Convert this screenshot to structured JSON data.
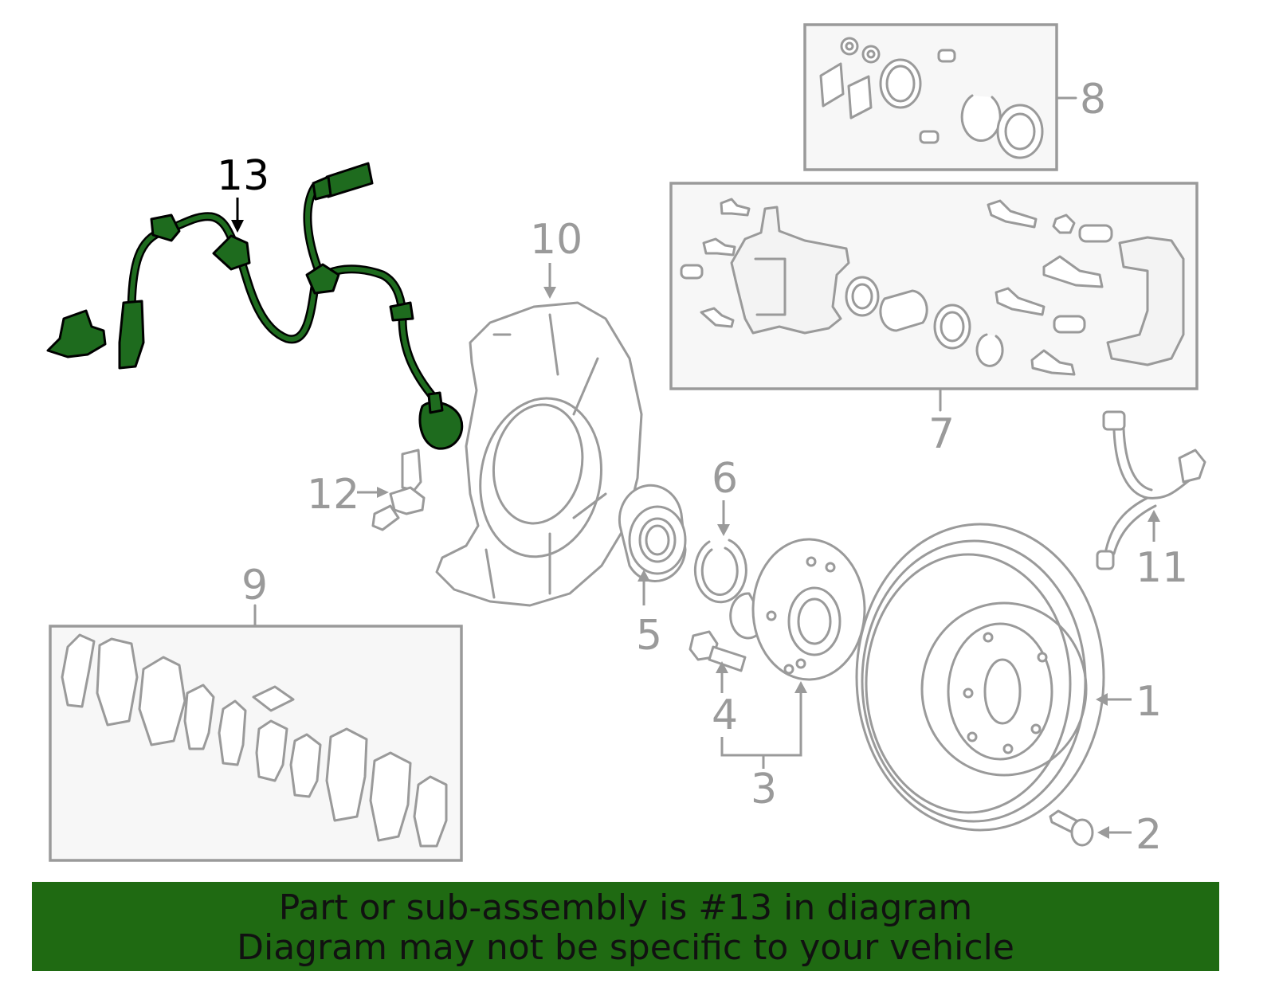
{
  "diagram": {
    "highlighted_part": "13",
    "colors": {
      "highlight": "#1e6b1e",
      "banner": "#1f6a12",
      "part_outline": "#9a9a9a"
    },
    "callouts": {
      "c1": "1",
      "c2": "2",
      "c3": "3",
      "c4": "4",
      "c5": "5",
      "c6": "6",
      "c7": "7",
      "c8": "8",
      "c9": "9",
      "c10": "10",
      "c11": "11",
      "c12": "12",
      "c13": "13"
    }
  },
  "banner": {
    "line1": "Part or sub-assembly is #13 in diagram",
    "line2": "Diagram may not be specific to your vehicle"
  }
}
